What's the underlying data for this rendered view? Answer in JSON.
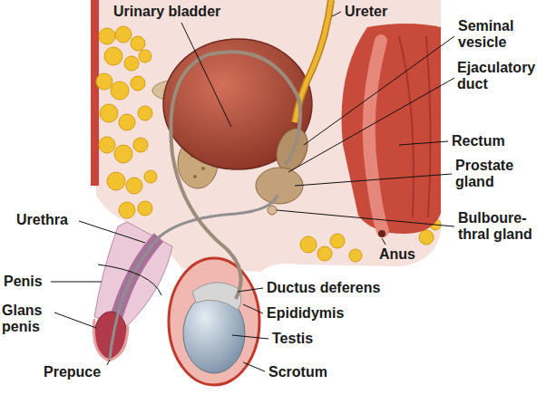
{
  "diagram": {
    "labels": [
      "Urinary bladder",
      "Ureter",
      "Seminal vesicle",
      "Ejaculatory duct",
      "Rectum",
      "Prostate gland",
      "Bulboure-thral gland",
      "Anus",
      "Urethra",
      "Penis",
      "Ductus deferens",
      "Epididymis",
      "Glans penis",
      "Testis",
      "Prepuce",
      "Scrotum"
    ]
  }
}
